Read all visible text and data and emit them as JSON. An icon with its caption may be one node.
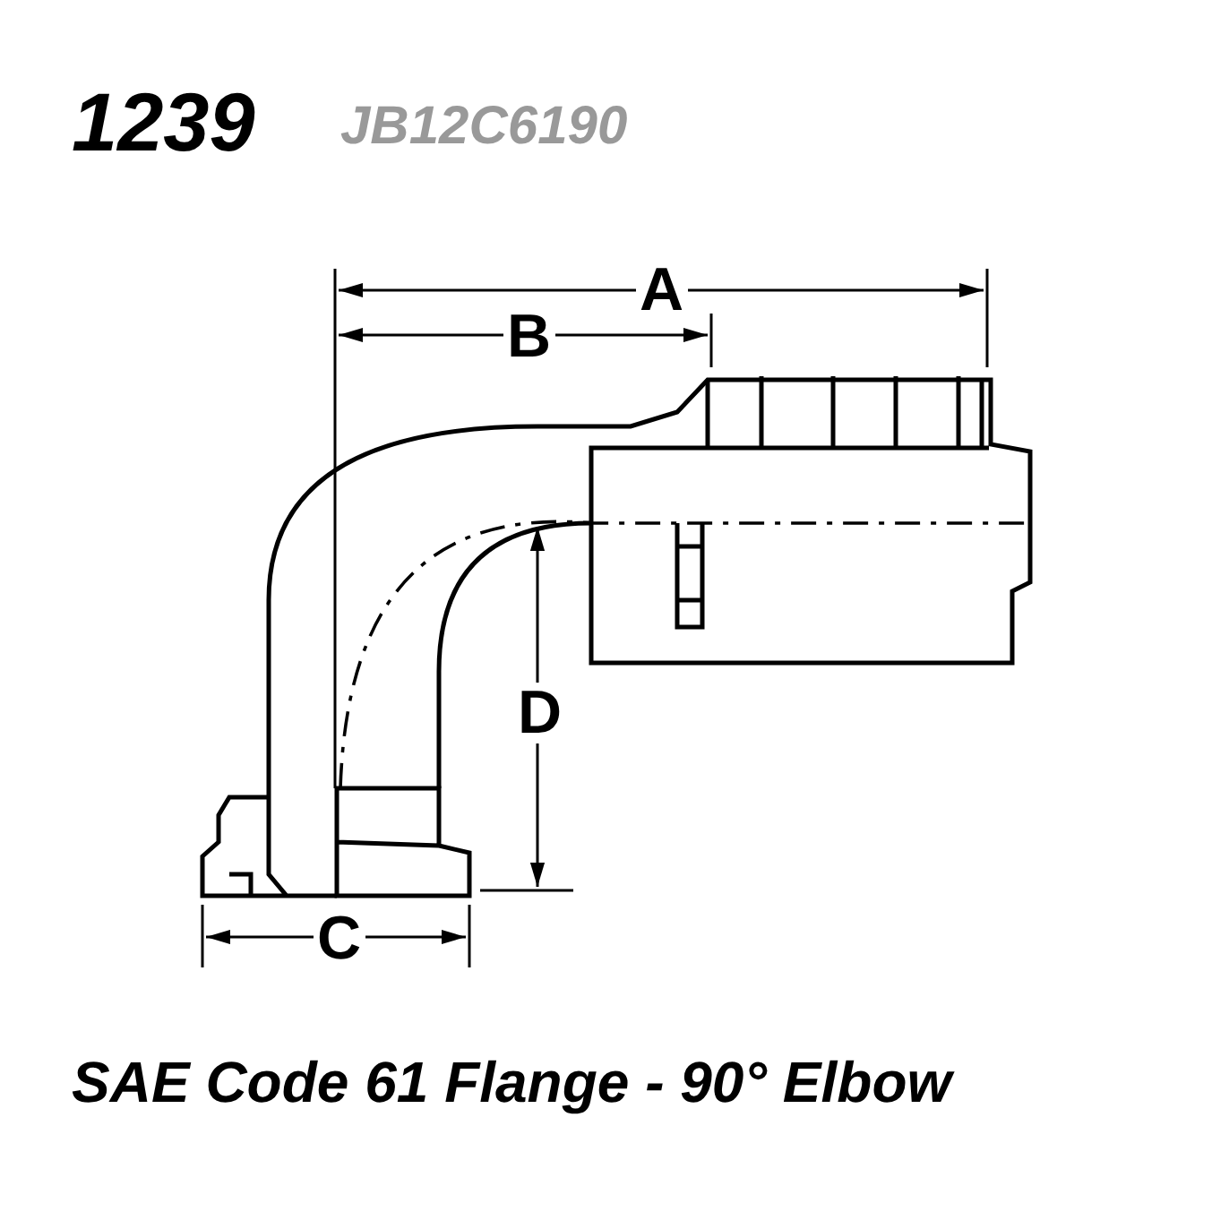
{
  "diagram": {
    "title": "1239",
    "labels": [
      "JB12C6190",
      "A",
      "B",
      "C",
      "D"
    ],
    "caption": "SAE Code 61 Flange - 90° Elbow"
  }
}
